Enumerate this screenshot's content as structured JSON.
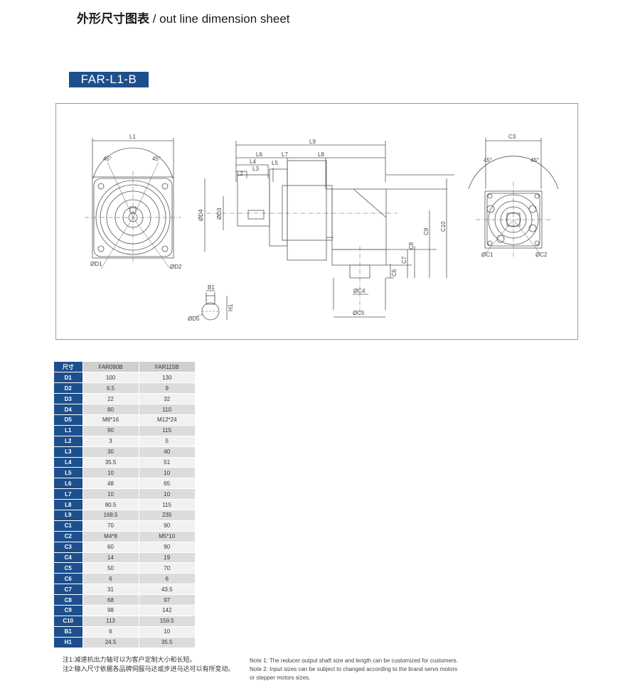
{
  "header": {
    "title_cn": "外形尺寸图表",
    "title_en": "/ out line dimension sheet"
  },
  "model": "FAR-L1-B",
  "drawing_labels": {
    "L1": "L1",
    "L2": "L2",
    "L3": "L3",
    "L4": "L4",
    "L5": "L5",
    "L6": "L6",
    "L7": "L7",
    "L8": "L8",
    "L9": "L9",
    "C3": "C3",
    "C4": "ØC4",
    "C5": "ØC5",
    "C6": "C6",
    "C7": "C7",
    "C8": "C8",
    "C9": "C9",
    "C10": "C10",
    "D1": "ØD1",
    "D2": "ØD2",
    "D3": "ØD3",
    "D4": "ØD4",
    "D5": "ØD5",
    "C1": "ØC1",
    "C2": "ØC2",
    "B1": "B1",
    "H1": "H1",
    "angle": "45°"
  },
  "table": {
    "header": [
      "尺寸",
      "FAR090B",
      "FAR115B"
    ],
    "rows": [
      [
        "D1",
        "100",
        "130"
      ],
      [
        "D2",
        "6.5",
        "9"
      ],
      [
        "D3",
        "22",
        "32"
      ],
      [
        "D4",
        "80",
        "110"
      ],
      [
        "D5",
        "M8*16",
        "M12*24"
      ],
      [
        "L1",
        "90",
        "115"
      ],
      [
        "L2",
        "3",
        "5"
      ],
      [
        "L3",
        "30",
        "40"
      ],
      [
        "L4",
        "35.5",
        "51"
      ],
      [
        "L5",
        "10",
        "10"
      ],
      [
        "L6",
        "48",
        "65"
      ],
      [
        "L7",
        "10",
        "10"
      ],
      [
        "L8",
        "80.5",
        "115"
      ],
      [
        "L9",
        "168.5",
        "235"
      ],
      [
        "C1",
        "70",
        "90"
      ],
      [
        "C2",
        "M4*8",
        "M5*10"
      ],
      [
        "C3",
        "60",
        "90"
      ],
      [
        "C4",
        "14",
        "19"
      ],
      [
        "C5",
        "50",
        "70"
      ],
      [
        "C6",
        "6",
        "6"
      ],
      [
        "C7",
        "31",
        "43.5"
      ],
      [
        "C8",
        "68",
        "97"
      ],
      [
        "C9",
        "98",
        "142"
      ],
      [
        "C10",
        "113",
        "159.5"
      ],
      [
        "B1",
        "6",
        "10"
      ],
      [
        "H1",
        "24.5",
        "35.5"
      ]
    ]
  },
  "notes_cn": [
    "注1:减速机出力轴可以为客户定制大小和长短。",
    "注2:输入尺寸依据各品牌伺服马达或步进马达可以有所变动。"
  ],
  "notes_en": [
    "Note 1: The reducer output shaft size and length can be customized for customers.",
    "Note 2: Input sizes can be subject to changed according to the brand servo motors",
    "or stepper motors sizes."
  ]
}
